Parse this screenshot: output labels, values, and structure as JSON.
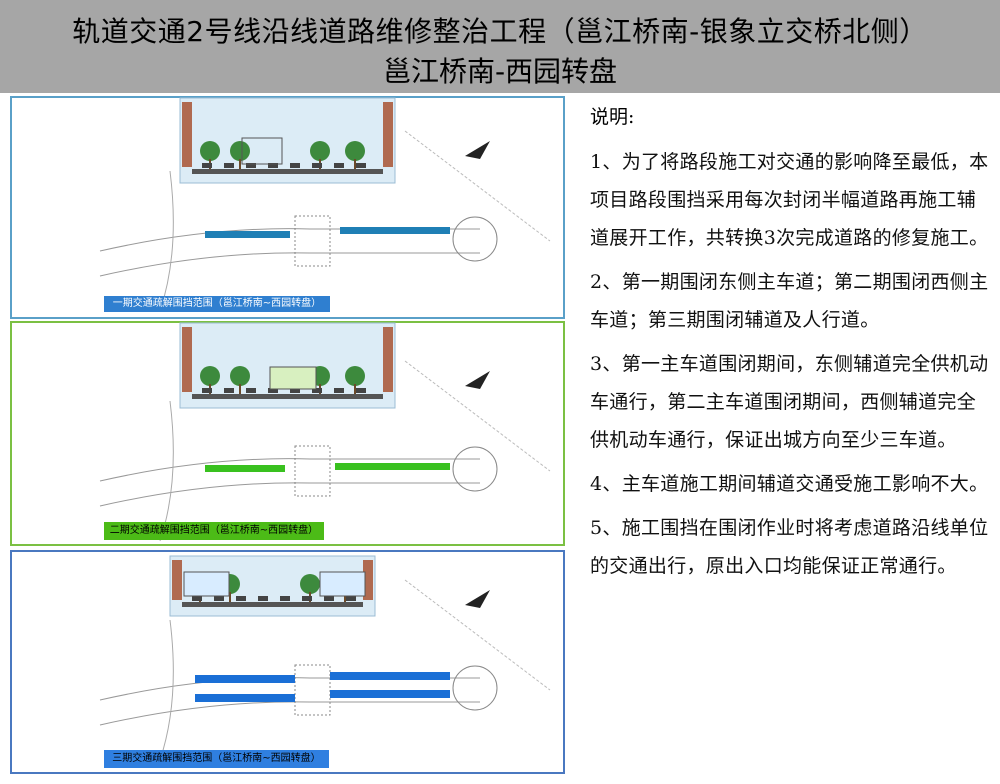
{
  "header": {
    "title_line1": "轨道交通2号线沿线道路维修整治工程（邕江桥南-银象立交桥北侧）",
    "title_line2": "邕江桥南-西园转盘"
  },
  "panels": [
    {
      "border_color": "#5aa0c8",
      "highlight_color": "#1f7fb5",
      "caption": "一期交通疏解围挡范围（邕江桥南~西园转盘）",
      "caption_bg": "#2f7fd0"
    },
    {
      "border_color": "#7bc043",
      "highlight_color": "#39c11f",
      "caption": "二期交通疏解围挡范围（邕江桥南~西园转盘）",
      "caption_bg": "#4cbb17"
    },
    {
      "border_color": "#4a78c0",
      "highlight_color": "#1a6fd6",
      "caption": "三期交通疏解围挡范围（邕江桥南~西园转盘）",
      "caption_bg": "#2f7fe0"
    }
  ],
  "notes": {
    "title": "说明:",
    "items": [
      "1、为了将路段施工对交通的影响降至最低，本项目路段围挡采用每次封闭半幅道路再施工辅道展开工作，共转换3次完成道路的修复施工。",
      "2、第一期围闭东侧主车道；第二期围闭西侧主车道；第三期围闭辅道及人行道。",
      "3、第一主车道围闭期间，东侧辅道完全供机动车通行，第二主车道围闭期间，西侧辅道完全供机动车通行，保证出城方向至少三车道。",
      "4、主车道施工期间辅道交通受施工影响不大。",
      "5、施工围挡在围闭作业时将考虑道路沿线单位的交通出行，原出入口均能保证正常通行。"
    ]
  }
}
